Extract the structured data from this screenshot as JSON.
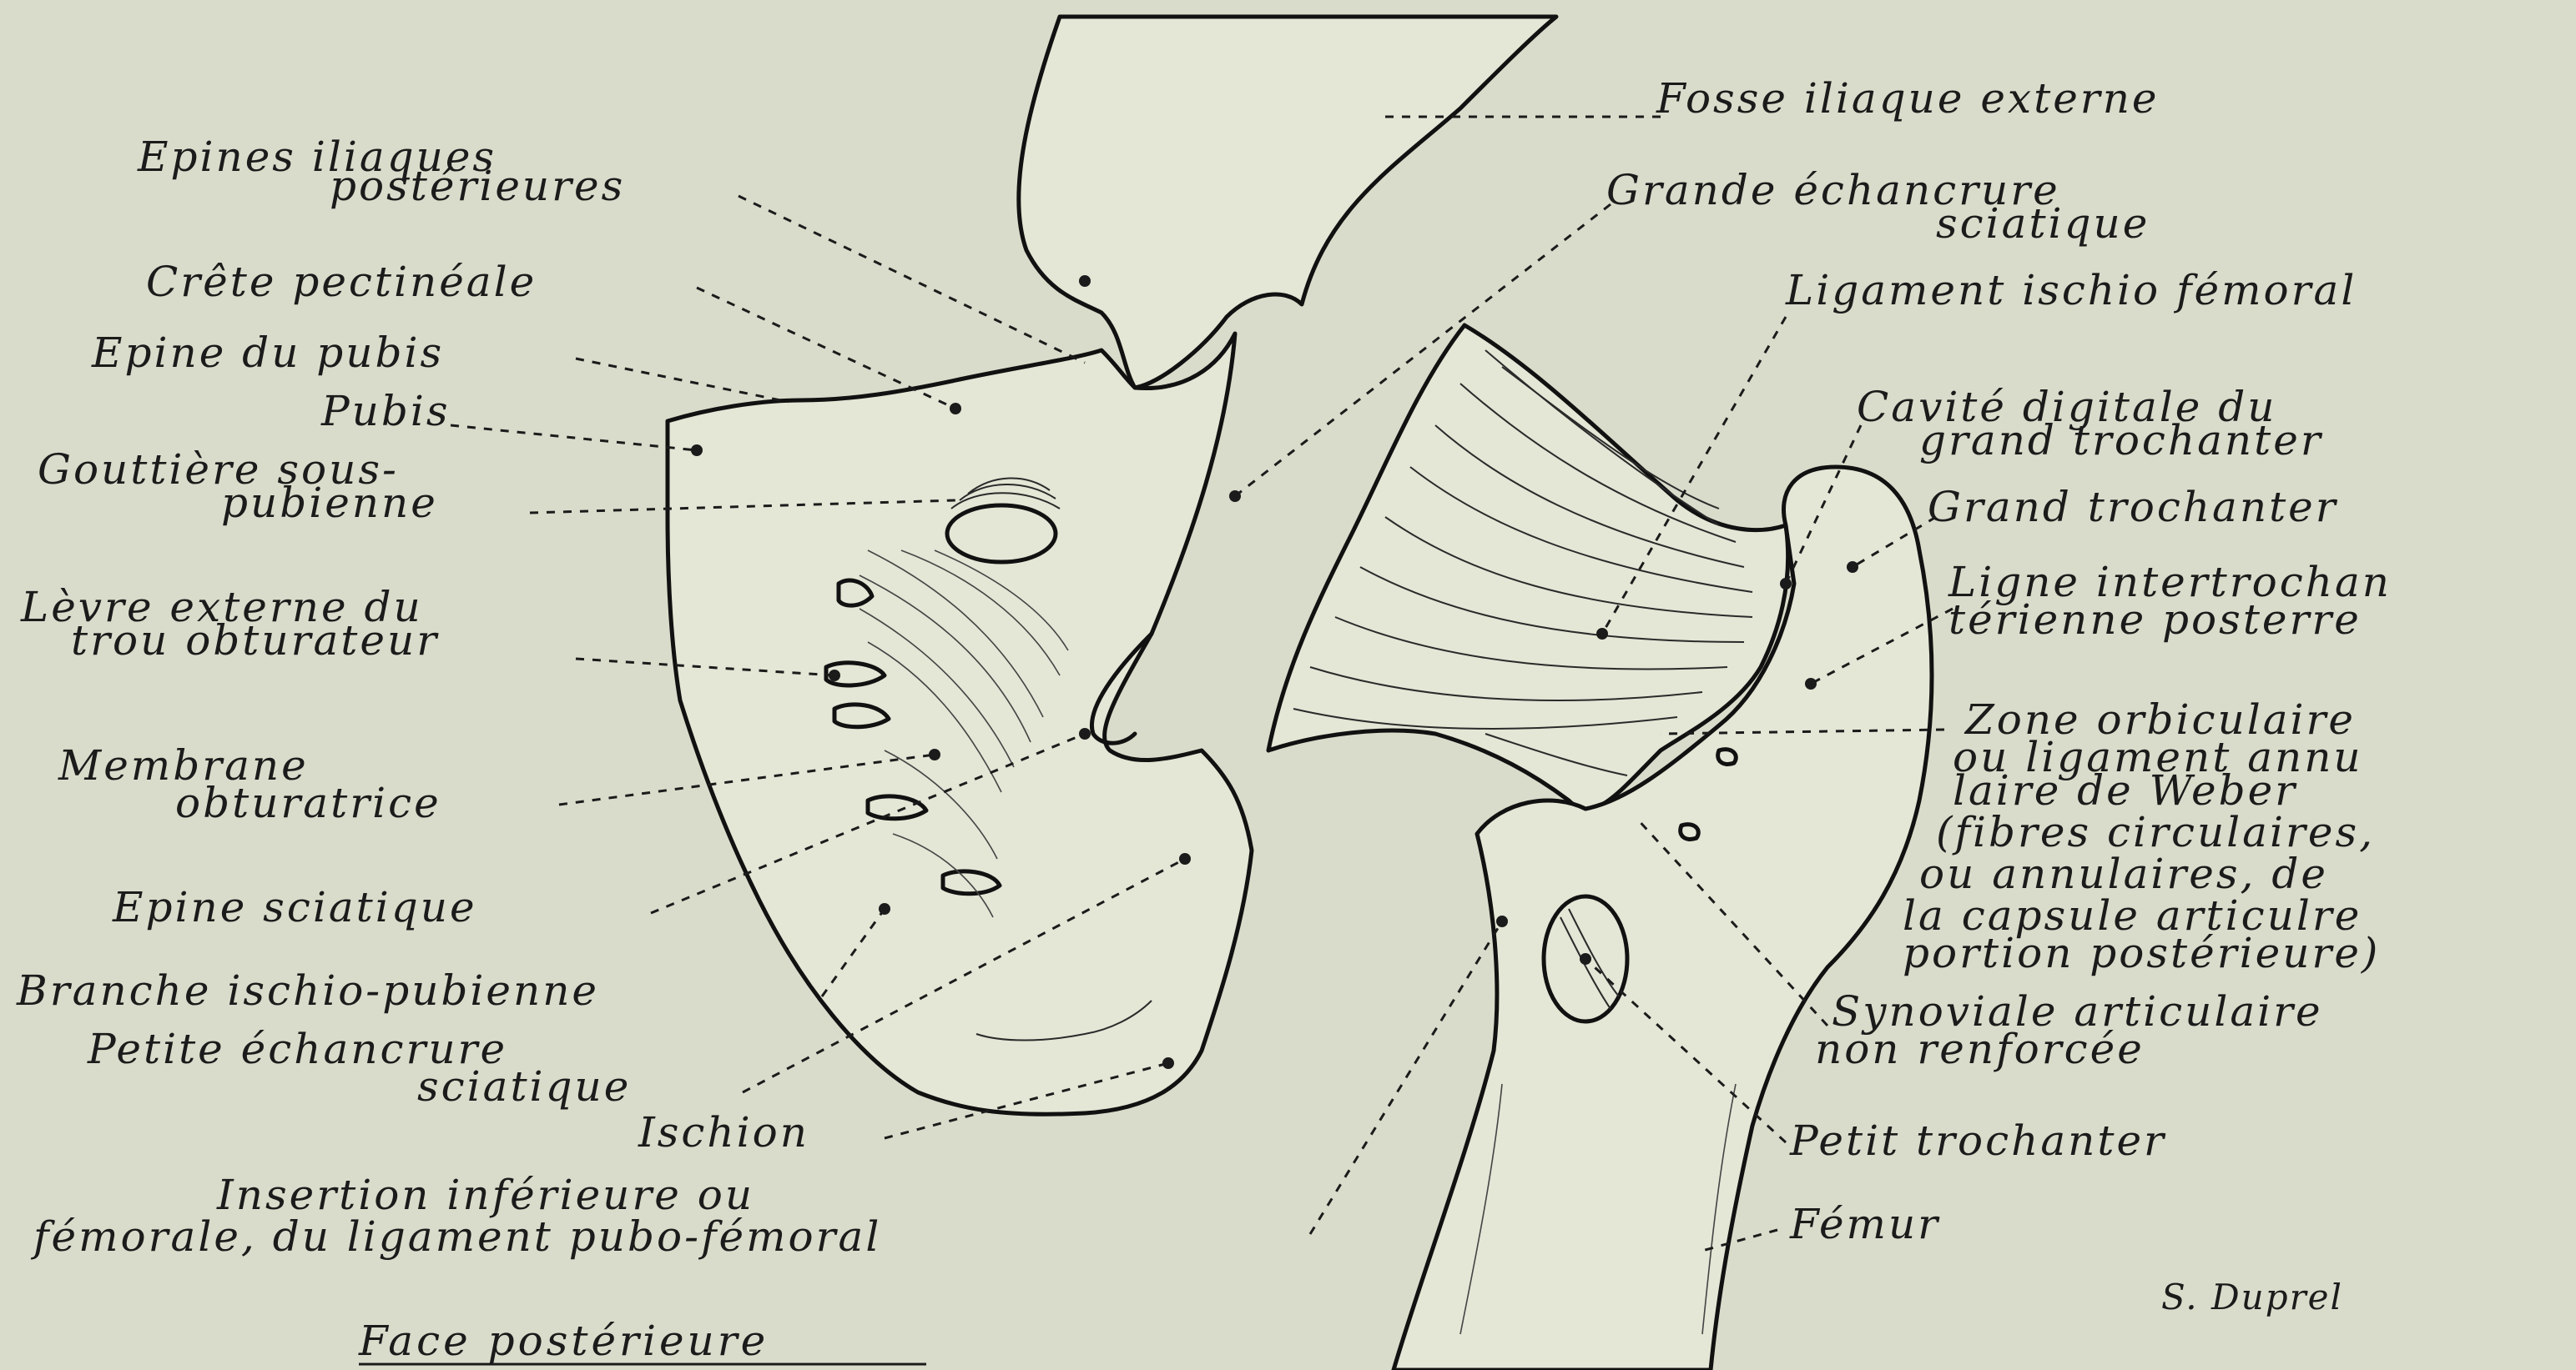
{
  "figure": {
    "title": "Face postérieure",
    "signature": "S. Duprel"
  },
  "labels": {
    "epines_iliaques": [
      "Epines iliaques",
      "postérieures"
    ],
    "crete_pectineale": [
      "Crête pectinéale"
    ],
    "epine_pubis": [
      "Epine du pubis"
    ],
    "pubis": [
      "Pubis"
    ],
    "gouttiere": [
      "Gouttière sous-",
      "pubienne"
    ],
    "levre_externe": [
      "Lèvre externe du",
      "trou obturateur"
    ],
    "membrane": [
      "Membrane",
      "obturatrice"
    ],
    "epine_sciatique": [
      "Epine sciatique"
    ],
    "branche": [
      "Branche ischio-pubienne"
    ],
    "petite_echancrure": [
      "Petite échancrure",
      "sciatique"
    ],
    "ischion": [
      "Ischion"
    ],
    "insertion": [
      "Insertion inférieure ou",
      "fémorale, du ligament pubo-fémoral"
    ],
    "fosse_iliaque": [
      "Fosse iliaque externe"
    ],
    "grande_echancrure": [
      "Grande échancrure",
      "sciatique"
    ],
    "ligament_ischio": [
      "Ligament ischio fémoral"
    ],
    "cavite_digitale": [
      "Cavité digitale du",
      "grand trochanter"
    ],
    "grand_trochanter": [
      "Grand trochanter"
    ],
    "ligne_inter": [
      "Ligne intertrochan",
      "térienne posterre"
    ],
    "zone_orbiculaire": [
      "Zone orbiculaire",
      "ou ligament annu",
      "laire de Weber",
      "(fibres circulaires,",
      "ou annulaires, de",
      "la capsule articulre",
      "portion postérieure)"
    ],
    "synoviale": [
      "Synoviale articulaire",
      "non renforcée"
    ],
    "petit_trochanter": [
      "Petit trochanter"
    ],
    "femur": [
      "Fémur"
    ]
  }
}
